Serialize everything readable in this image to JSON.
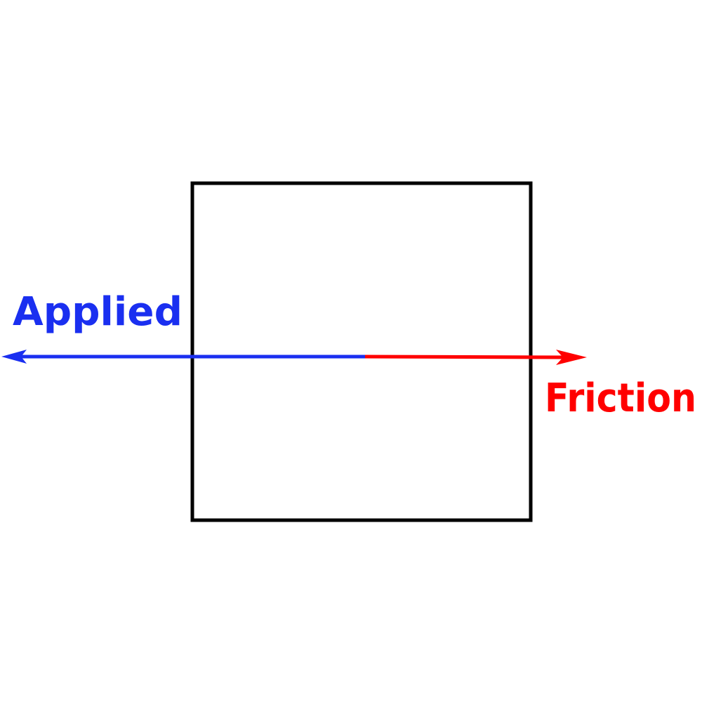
{
  "forces": {
    "applied": {
      "label": "Applied",
      "color": "#1a2ff0",
      "direction": "left"
    },
    "friction": {
      "label": "Friction",
      "color": "#ff0000",
      "direction": "right"
    }
  },
  "block": {
    "stroke_color": "#000000"
  }
}
